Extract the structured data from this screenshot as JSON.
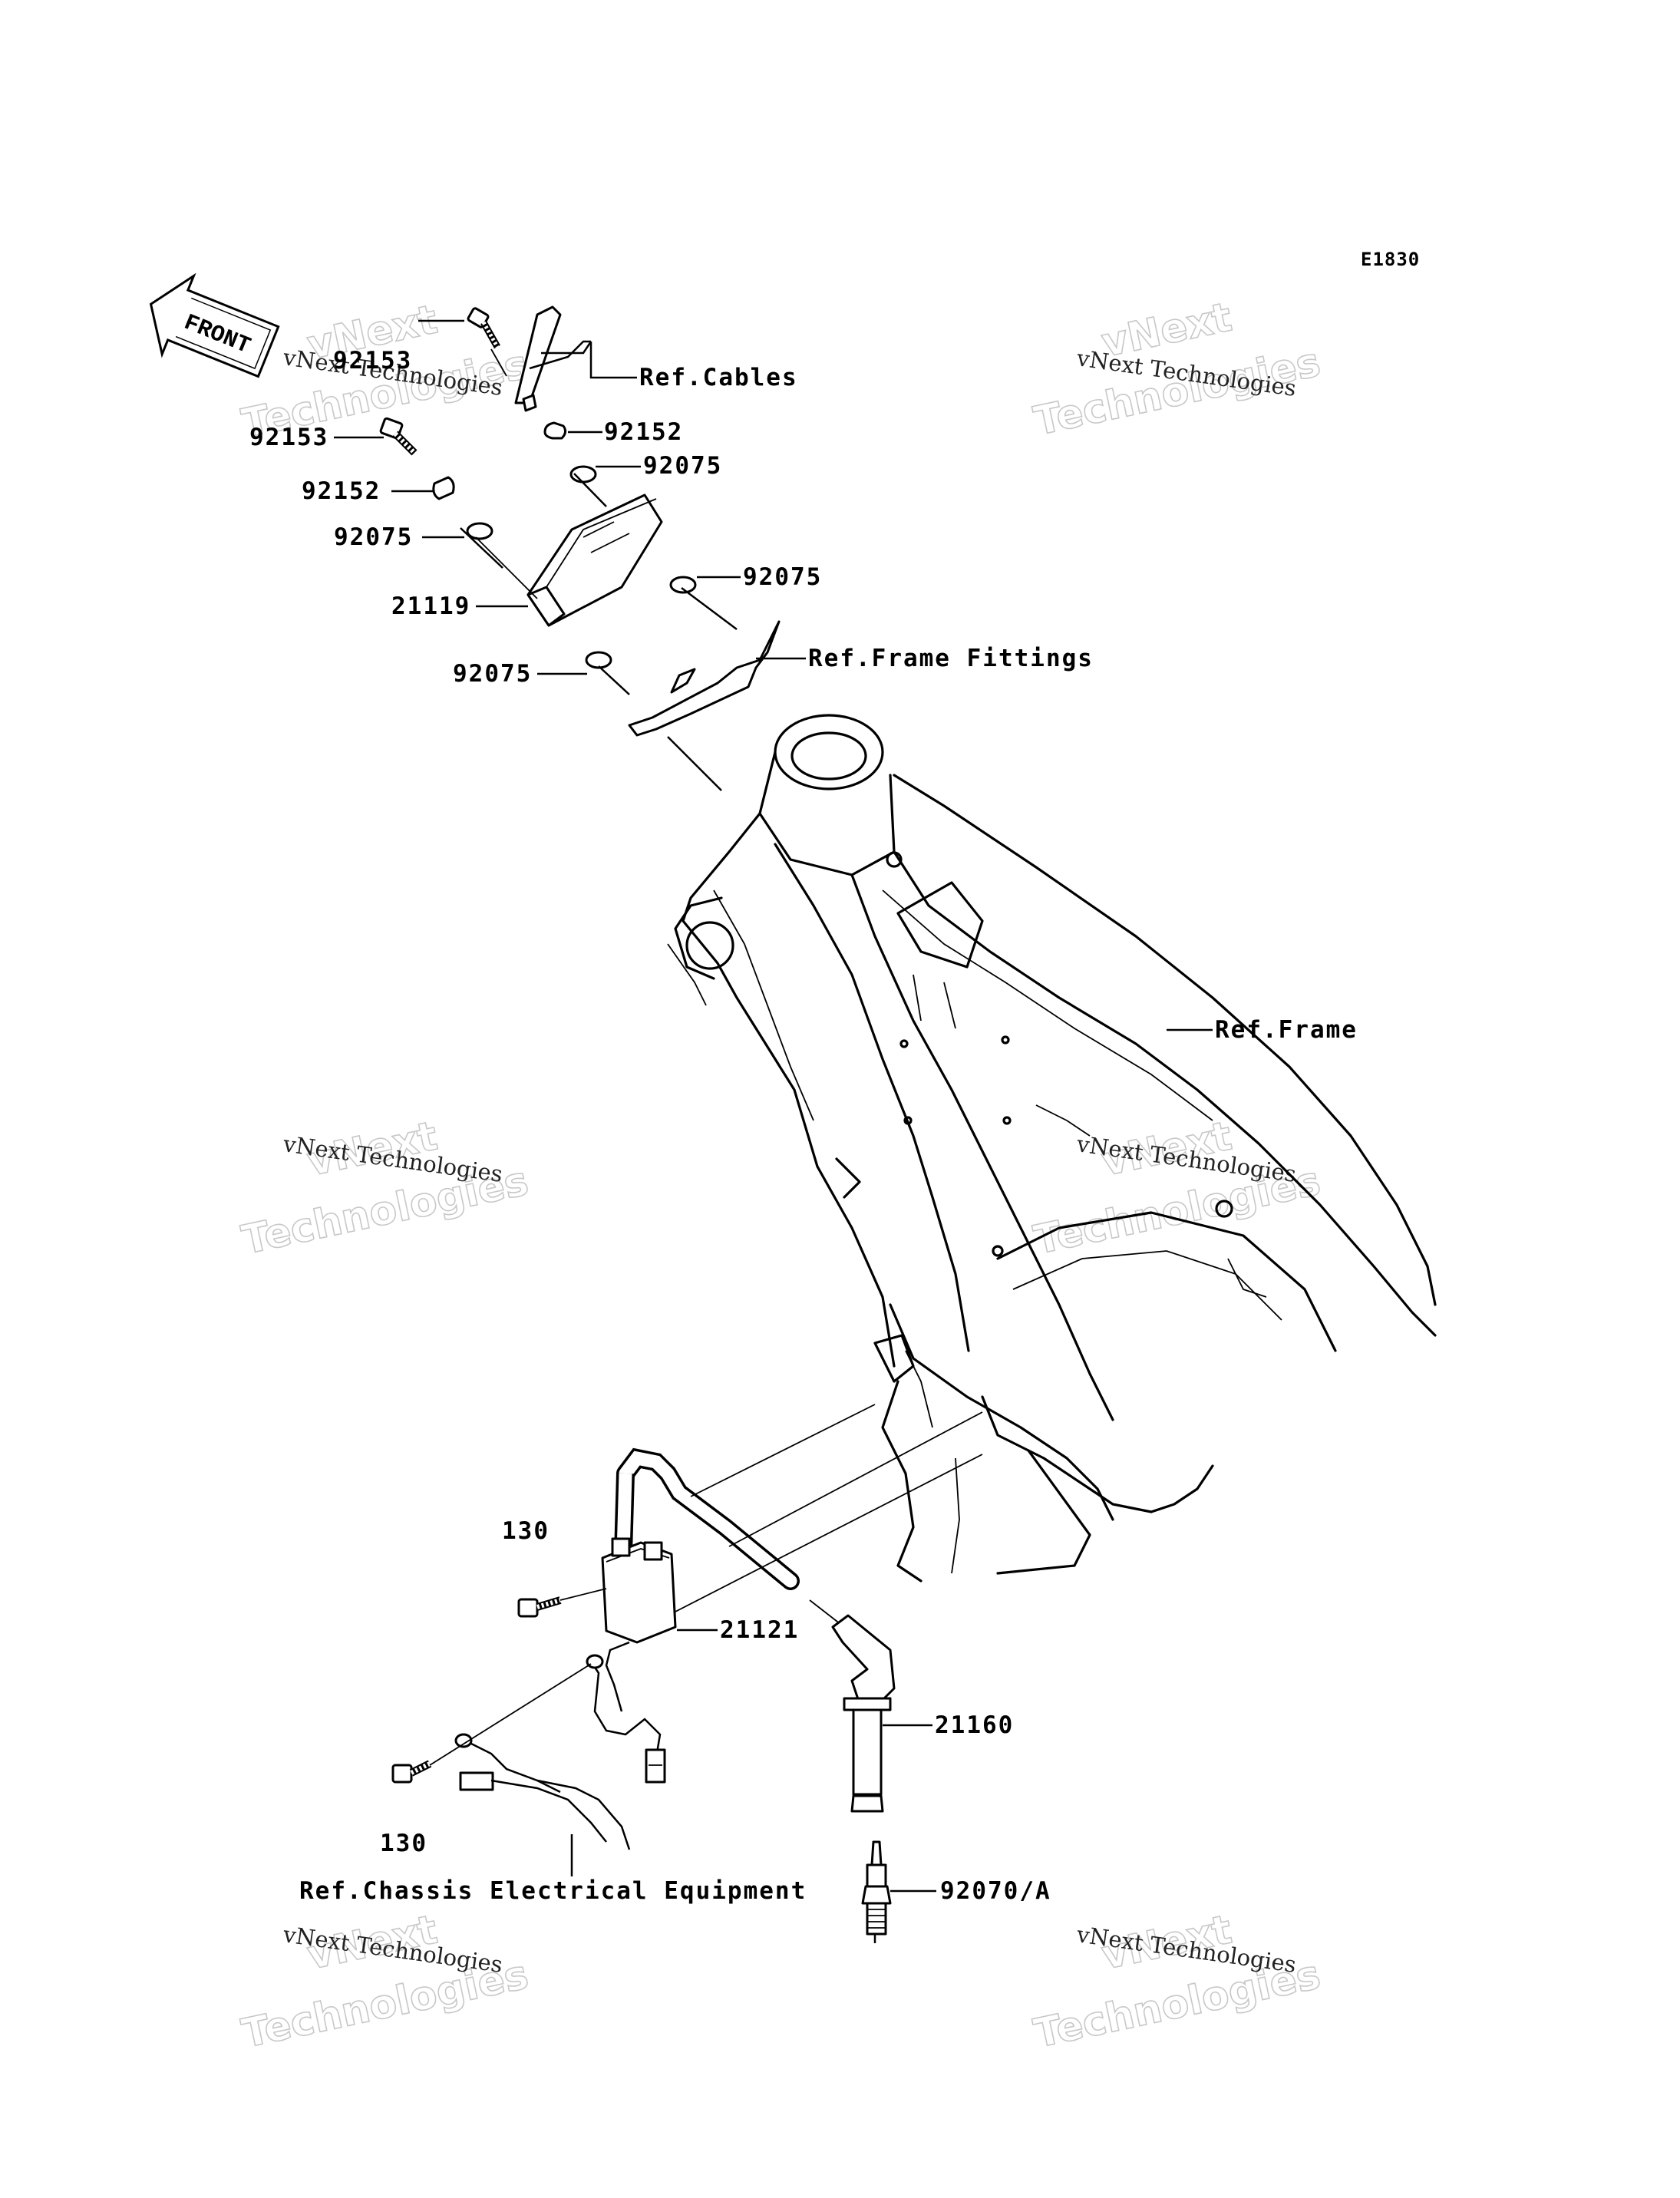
{
  "diagram_code": "E1830",
  "front_arrow_label": "FRONT",
  "watermark": {
    "line1": "vNext Technologies",
    "big_top": "vNext",
    "big_bottom": "Technologies"
  },
  "callouts": {
    "bolt_top_right": "92153",
    "bolt_top_left": "92153",
    "collar_right": "92152",
    "collar_left": "92152",
    "grommet_top": "92075",
    "grommet_left": "92075",
    "grommet_right": "92075",
    "grommet_bottom": "92075",
    "igniter": "21119",
    "ref_cables": "Ref.Cables",
    "ref_frame_fittings": "Ref.Frame Fittings",
    "ref_frame": "Ref.Frame",
    "bolt_coil_upper": "130",
    "bolt_coil_lower": "130",
    "ignition_coil": "21121",
    "plug_cap": "21160",
    "spark_plug": "92070/A",
    "ref_chassis": "Ref.Chassis Electrical Equipment"
  }
}
